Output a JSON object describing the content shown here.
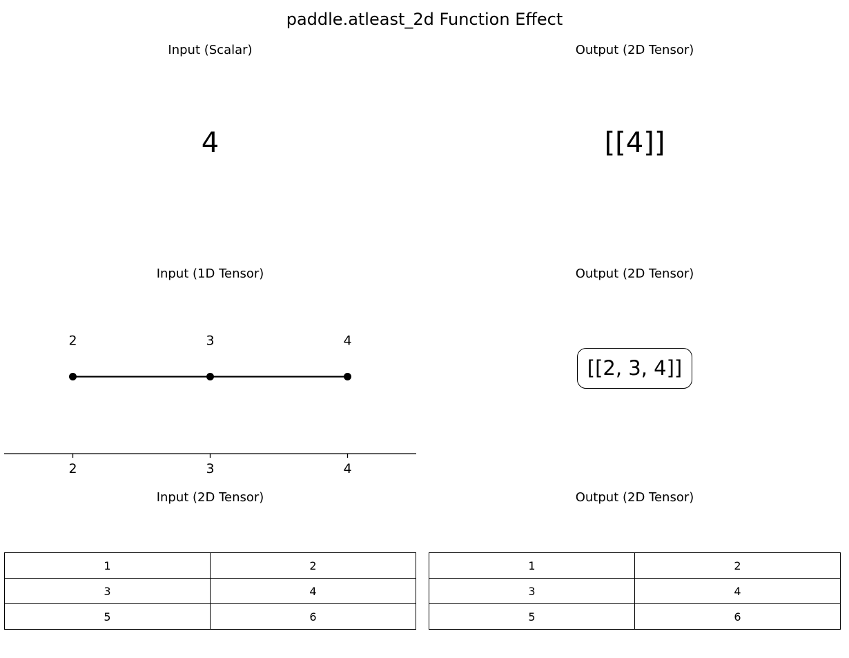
{
  "figure": {
    "title": "paddle.atleast_2d Function Effect"
  },
  "panels": {
    "scalar_input": {
      "title": "Input (Scalar)",
      "value": "4"
    },
    "scalar_output": {
      "title": "Output (2D Tensor)",
      "value": "[[4]]"
    },
    "vector_input": {
      "title": "Input (1D Tensor)"
    },
    "vector_output": {
      "title": "Output (2D Tensor)",
      "value": "[[2, 3, 4]]"
    },
    "matrix_input": {
      "title": "Input (2D Tensor)"
    },
    "matrix_output": {
      "title": "Output (2D Tensor)"
    }
  },
  "chart_data": [
    {
      "type": "line",
      "panel": "vector_input",
      "x": [
        2,
        3,
        4
      ],
      "y": [
        0,
        0,
        0
      ],
      "point_labels": [
        "2",
        "3",
        "4"
      ],
      "xticks": [
        "2",
        "3",
        "4"
      ],
      "xlim": [
        1.5,
        4.5
      ],
      "ylim": [
        -1,
        1
      ],
      "marker": "circle",
      "color": "#000000",
      "grid": false,
      "y_axis_visible": false
    },
    {
      "type": "table",
      "panel": "matrix_input",
      "rows": [
        [
          "1",
          "2"
        ],
        [
          "3",
          "4"
        ],
        [
          "5",
          "6"
        ]
      ]
    },
    {
      "type": "table",
      "panel": "matrix_output",
      "rows": [
        [
          "1",
          "2"
        ],
        [
          "3",
          "4"
        ],
        [
          "5",
          "6"
        ]
      ]
    }
  ]
}
